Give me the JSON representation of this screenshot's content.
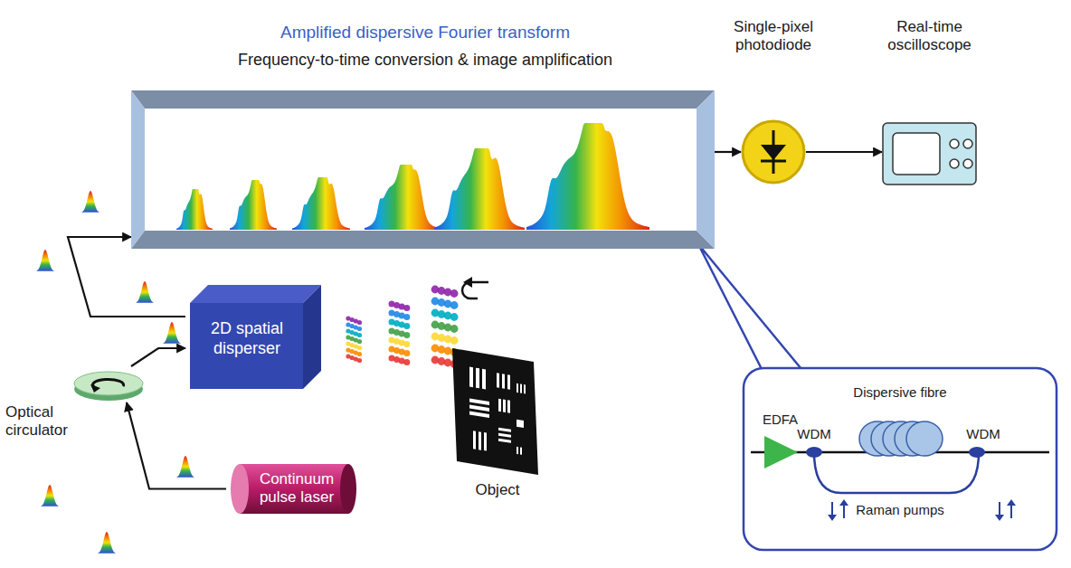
{
  "diagram": {
    "nodes": [
      {
        "text": [
          "Amplified dispersive Fourier transform",
          "Frequency-to-time conversion & image amplification"
        ]
      },
      {
        "text": [
          "Single-pixel photodiode"
        ]
      },
      {
        "text": [
          "Real-time oscilloscope"
        ]
      },
      {
        "text": [
          "2D spatial disperser"
        ]
      },
      {
        "text": [
          "Object"
        ]
      },
      {
        "text": [
          "Optical circulator"
        ]
      },
      {
        "text": [
          "Continuum pulse laser"
        ]
      },
      {
        "text": [
          "EDFA",
          "WDM",
          "Dispersive fibre",
          "WDM",
          "Raman pumps"
        ]
      }
    ],
    "edges": [
      {
        "from": 6,
        "to": 5,
        "arrow": "to"
      },
      {
        "from": 5,
        "to": 3,
        "arrow": "to"
      },
      {
        "from": 3,
        "to": 0,
        "arrow": "to"
      },
      {
        "from": 0,
        "to": 1,
        "arrow": "to"
      },
      {
        "from": 1,
        "to": 2,
        "arrow": "to"
      }
    ]
  }
}
